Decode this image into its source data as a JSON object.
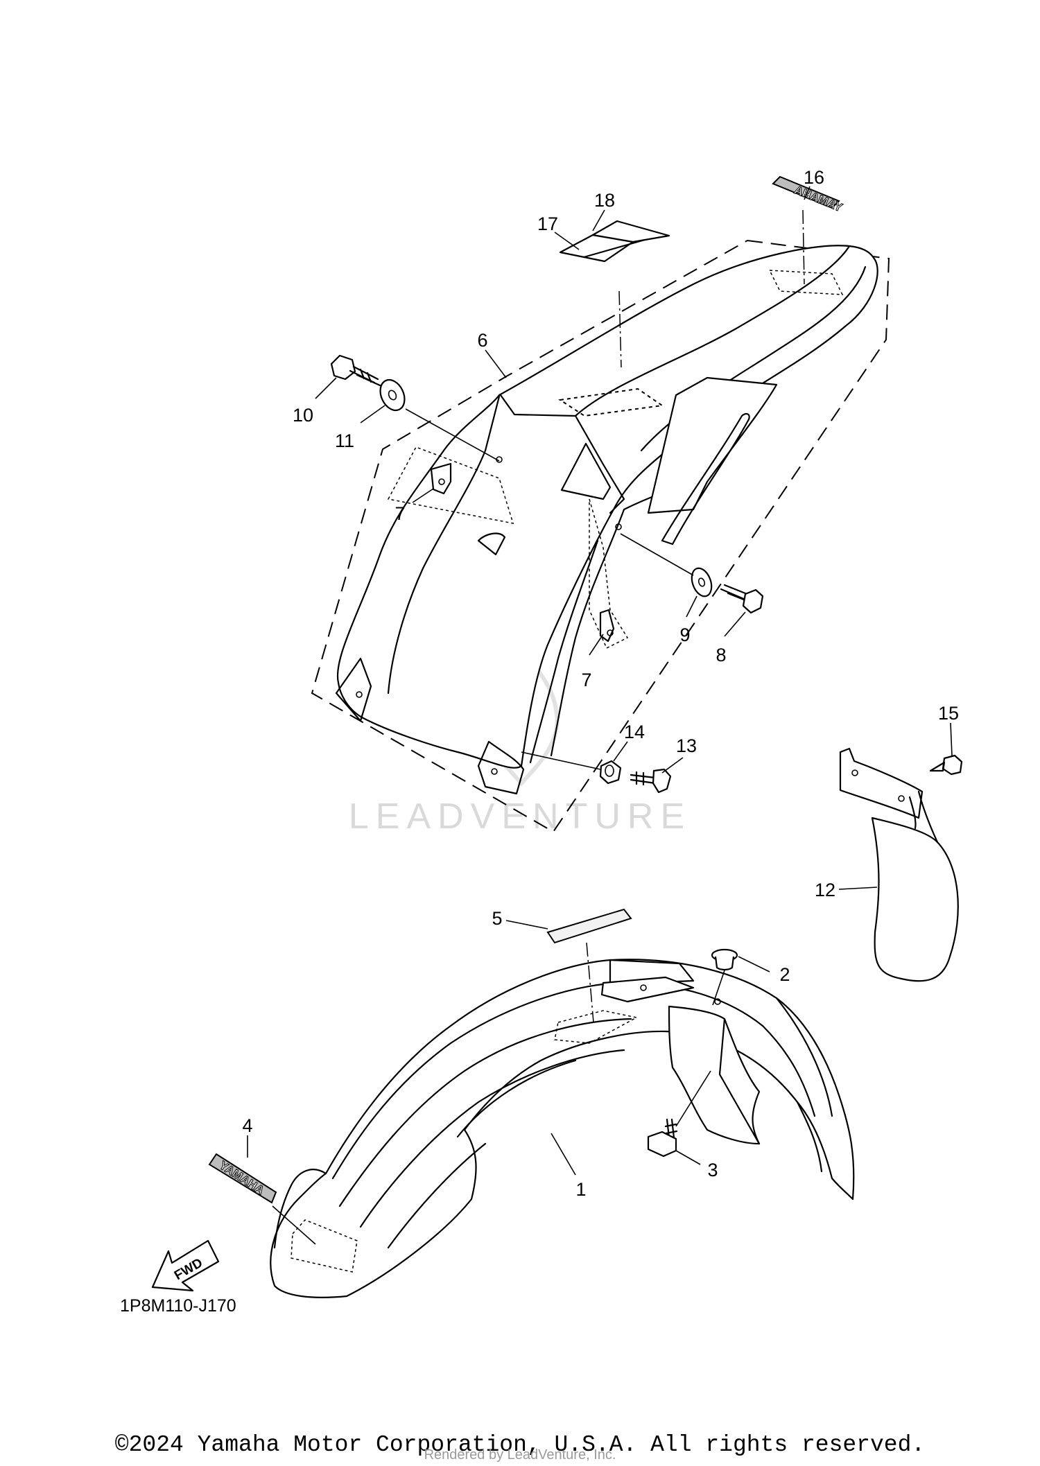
{
  "diagram": {
    "part_code": "1P8M110-J170",
    "fwd_label": "FWD",
    "decal_brand": "YAMAHA",
    "watermark": "LEADVENTURE",
    "callouts": {
      "c1": "1",
      "c2": "2",
      "c3": "3",
      "c4": "4",
      "c5": "5",
      "c6": "6",
      "c7a": "7",
      "c7b": "7",
      "c8": "8",
      "c9": "9",
      "c10": "10",
      "c11": "11",
      "c12": "12",
      "c13": "13",
      "c14": "14",
      "c15": "15",
      "c16": "16",
      "c17": "17",
      "c18": "18"
    }
  },
  "footer": {
    "copyright": "©2024 Yamaha Motor Corporation, U.S.A. All rights reserved.",
    "rendered_by": "Rendered by LeadVenture, Inc."
  }
}
